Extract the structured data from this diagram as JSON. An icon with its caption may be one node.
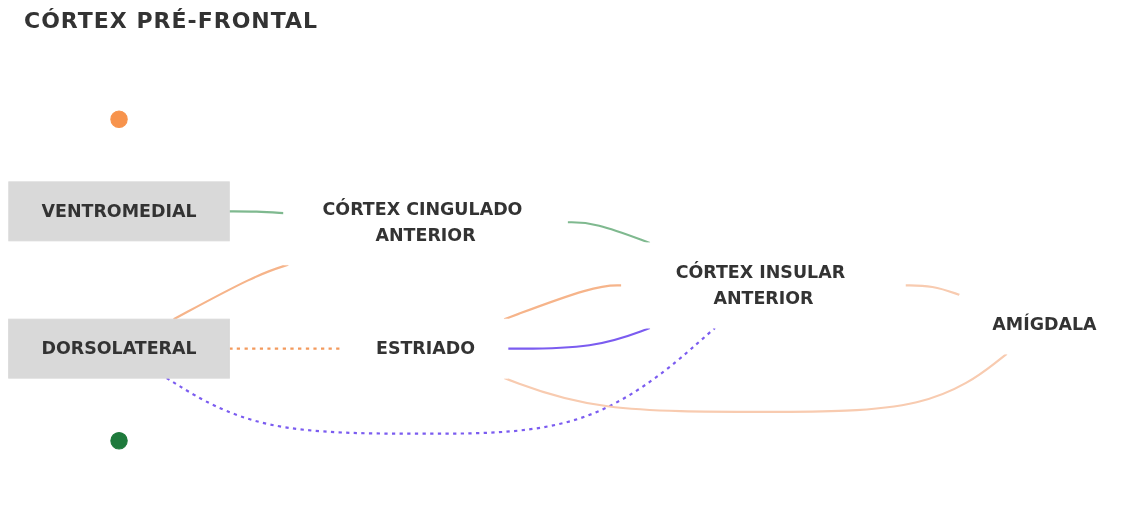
{
  "diagram": {
    "nodes": [
      {
        "text": [],
        "shape": "circle"
      },
      {
        "text": [
          "VENTROMEDIAL"
        ]
      },
      {
        "text": [
          "CÓRTEX CINGULADO ANTERIOR"
        ]
      },
      {
        "text": [
          "DORSOLATERAL"
        ]
      },
      {
        "text": [],
        "shape": "circle"
      },
      {
        "text": [
          "ESTRIADO"
        ]
      },
      {
        "text": [
          "CÓRTEX INSULAR ANTERIOR"
        ]
      },
      {
        "text": [
          "AMÍGDALA"
        ]
      }
    ],
    "edges": [
      {
        "from": 1,
        "to": 2,
        "arrow": "none",
        "color": "#7fb98f"
      },
      {
        "from": 3,
        "to": 2,
        "arrow": "none",
        "color": "#f6b48a"
      },
      {
        "from": 2,
        "to": 6,
        "arrow": "none",
        "color": "#7fb98f"
      },
      {
        "from": 3,
        "to": 5,
        "arrow": "none",
        "style": "dashed",
        "color": "#f39a5d"
      },
      {
        "from": 3,
        "to": 6,
        "arrow": "none",
        "style": "dashed",
        "color": "#7b5cf0"
      },
      {
        "from": 5,
        "to": 6,
        "arrow": "none",
        "color": "#f6b48a"
      },
      {
        "from": 5,
        "to": 6,
        "arrow": "none",
        "color": "#7b5cf0"
      },
      {
        "from": 5,
        "to": 7,
        "arrow": "none",
        "color": "#f8cbb0"
      },
      {
        "from": 6,
        "to": 7,
        "arrow": "none",
        "color": "#f8cbb0"
      }
    ],
    "labels": [
      "CÓRTEX PRÉ-FRONTAL"
    ]
  }
}
